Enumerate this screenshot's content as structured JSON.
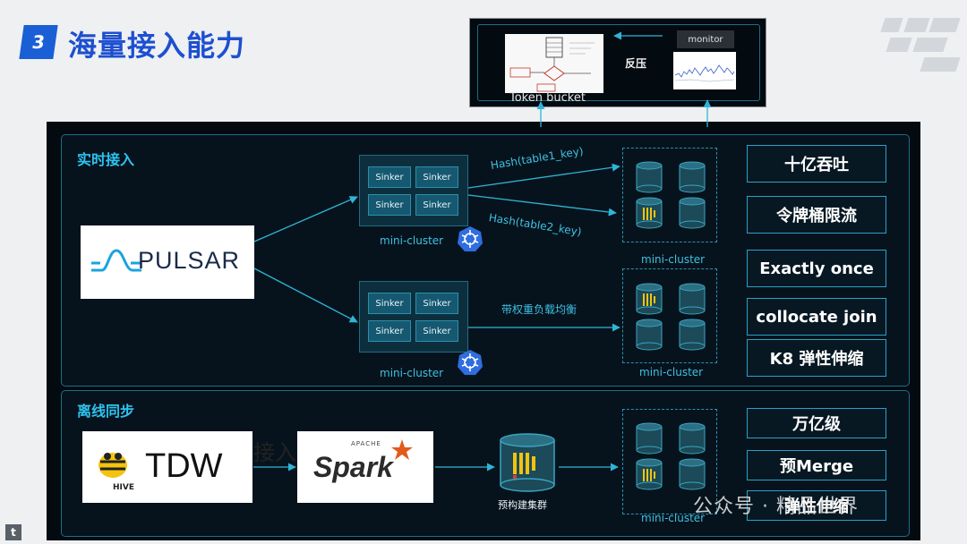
{
  "header": {
    "number": "3",
    "title": "海量接入能力"
  },
  "monitor_panel": {
    "token_bucket_label": "Token bucket",
    "backpressure_label": "反压",
    "monitor_label": "monitor"
  },
  "realtime": {
    "title": "实时接入",
    "source": "PULSAR",
    "sinker_label": "Sinker",
    "cluster_label": "mini-cluster",
    "edge_hash1": "Hash(table1_key)",
    "edge_hash2": "Hash(table2_key)",
    "edge_balance": "带权重负载均衡",
    "features": [
      "十亿吞吐",
      "令牌桶限流",
      "Exactly once",
      "collocate join",
      "K8 弹性伸缩"
    ]
  },
  "offline": {
    "title": "离线同步",
    "source": "TDW",
    "source_sub": "HIVE",
    "access_label": "接入",
    "spark_top": "APACHE",
    "spark_label": "Spark",
    "prebuild_label": "预构建集群",
    "cluster_label": "mini-cluster",
    "features": [
      "万亿级",
      "预Merge",
      "弹性伸缩"
    ]
  },
  "watermark": "公众号 · 精品世界",
  "colors": {
    "accent_blue": "#1e4fd0",
    "cyan": "#2dc3f0",
    "panel": "#030a10",
    "yellow": "#f2c40f"
  }
}
